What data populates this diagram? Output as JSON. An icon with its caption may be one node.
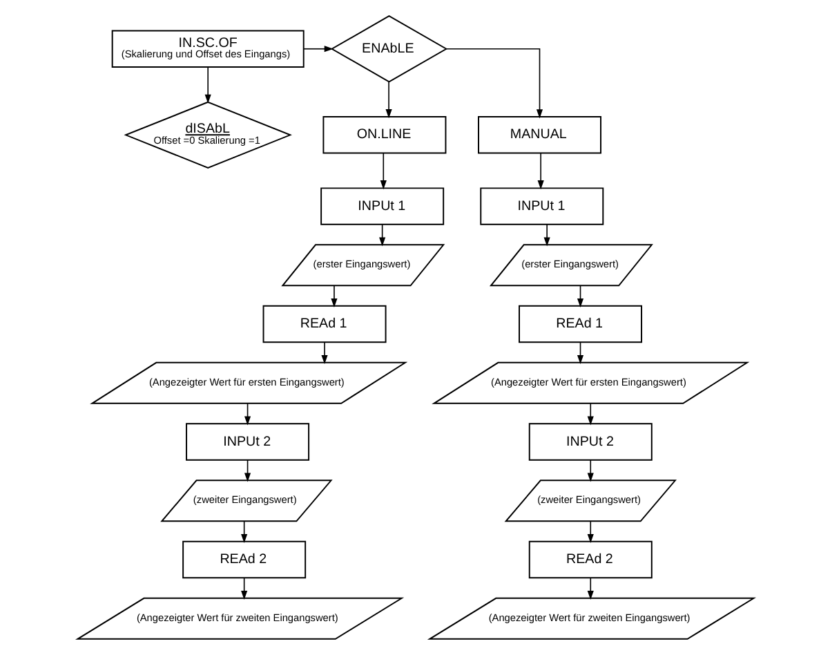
{
  "diagram": {
    "nodes": [
      {
        "text": [
          "IN.SC.OF",
          "(Skalierung und Offset des Eingangs)"
        ]
      },
      {
        "text": [
          "ENAbLE"
        ]
      },
      {
        "text": [
          "dISAbL",
          "Offset =0 Skalierung =1"
        ]
      },
      {
        "text": [
          "ON.LINE"
        ]
      },
      {
        "text": [
          "INPUt 1"
        ]
      },
      {
        "text": [
          "(erster Eingangswert)"
        ]
      },
      {
        "text": [
          "REAd 1"
        ]
      },
      {
        "text": [
          "(Angezeigter Wert für ersten Eingangswert)"
        ]
      },
      {
        "text": [
          "INPUt 2"
        ]
      },
      {
        "text": [
          "(zweiter Eingangswert)"
        ]
      },
      {
        "text": [
          "REAd 2"
        ]
      },
      {
        "text": [
          "(Angezeigter Wert für zweiten Eingangswert)"
        ]
      },
      {
        "text": [
          "MANUAL"
        ]
      },
      {
        "text": [
          "INPUt 1"
        ]
      },
      {
        "text": [
          "(erster Eingangswert)"
        ]
      },
      {
        "text": [
          "REAd 1"
        ]
      },
      {
        "text": [
          "(Angezeigter Wert für ersten Eingangswert)"
        ]
      },
      {
        "text": [
          "INPUt 2"
        ]
      },
      {
        "text": [
          "(zweiter Eingangswert)"
        ]
      },
      {
        "text": [
          "REAd 2"
        ]
      },
      {
        "text": [
          "(Angezeigter Wert für zweiten Eingangswert)"
        ]
      }
    ],
    "edges": [
      {
        "from": 0,
        "to": 1,
        "arrow": "to"
      },
      {
        "from": 0,
        "to": 2,
        "arrow": "to"
      },
      {
        "from": 1,
        "to": 3,
        "arrow": "to"
      },
      {
        "from": 1,
        "to": 12,
        "arrow": "to"
      },
      {
        "from": 3,
        "to": 4,
        "arrow": "to"
      },
      {
        "from": 4,
        "to": 5,
        "arrow": "to"
      },
      {
        "from": 5,
        "to": 6,
        "arrow": "to"
      },
      {
        "from": 6,
        "to": 7,
        "arrow": "to"
      },
      {
        "from": 7,
        "to": 8,
        "arrow": "to"
      },
      {
        "from": 8,
        "to": 9,
        "arrow": "to"
      },
      {
        "from": 9,
        "to": 10,
        "arrow": "to"
      },
      {
        "from": 10,
        "to": 11,
        "arrow": "to"
      },
      {
        "from": 12,
        "to": 13,
        "arrow": "to"
      },
      {
        "from": 13,
        "to": 14,
        "arrow": "to"
      },
      {
        "from": 14,
        "to": 15,
        "arrow": "to"
      },
      {
        "from": 15,
        "to": 16,
        "arrow": "to"
      },
      {
        "from": 16,
        "to": 17,
        "arrow": "to"
      },
      {
        "from": 17,
        "to": 18,
        "arrow": "to"
      },
      {
        "from": 18,
        "to": 19,
        "arrow": "to"
      },
      {
        "from": 19,
        "to": 20,
        "arrow": "to"
      }
    ]
  }
}
